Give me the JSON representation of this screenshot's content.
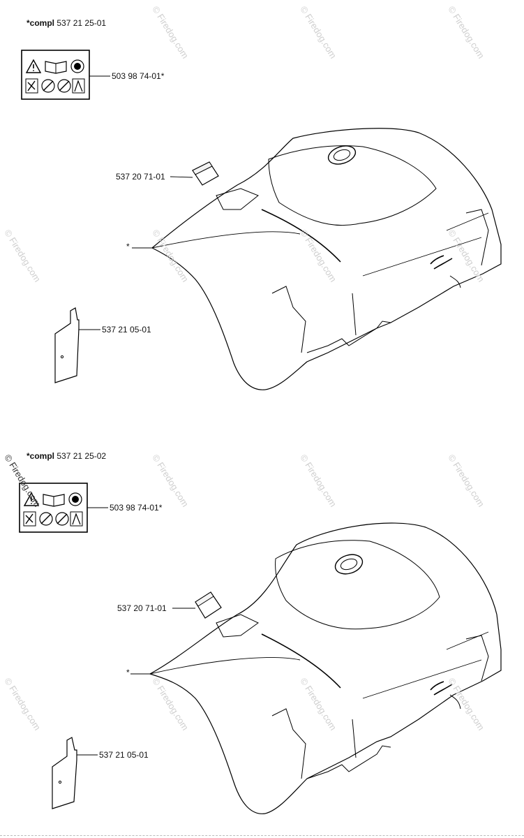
{
  "watermark": "© Firedog.com",
  "sections": [
    {
      "title_prefix": "*compl",
      "title_number": "537 21 25-01",
      "labels": {
        "decal": "503 98 74-01*",
        "plug": "537 20 71-01",
        "cover": "*",
        "plate": "537 21 05-01"
      }
    },
    {
      "title_prefix": "*compl",
      "title_number": "537 21 25-02",
      "labels": {
        "decal": "503 98 74-01*",
        "plug": "537 20 71-01",
        "cover": "*",
        "plate": "537 21 05-01"
      }
    }
  ]
}
